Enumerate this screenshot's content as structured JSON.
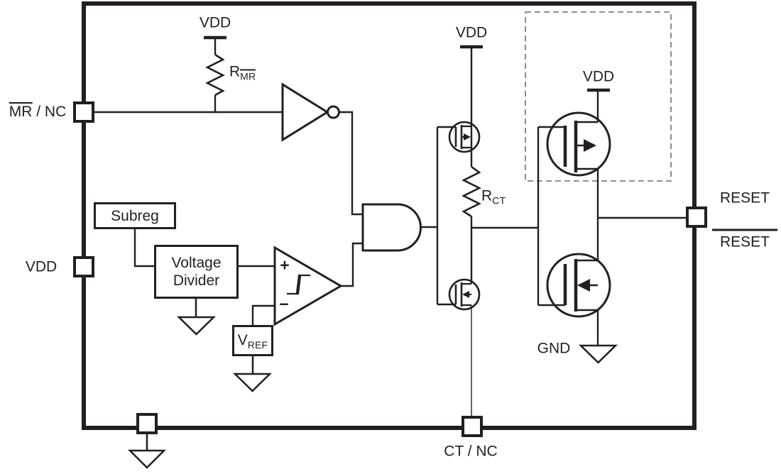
{
  "pins": {
    "mr_nc": {
      "bar_part": "MR",
      "plain_part": " / NC"
    },
    "vdd": {
      "label": "VDD"
    },
    "ct_nc": {
      "label": "CT / NC"
    },
    "reset_high": {
      "label": "RESET"
    },
    "reset_low": {
      "label": "RESET"
    }
  },
  "power": {
    "vdd_pullup_rail": "VDD",
    "vdd_timer_rail": "VDD",
    "vdd_output_rail": "VDD",
    "gnd_label": "GND"
  },
  "components": {
    "pullup_resistor": {
      "base": "R",
      "sub": "MR"
    },
    "timer_resistor": {
      "base": "R",
      "sub": "CT"
    },
    "subreg_block": {
      "label": "Subreg"
    },
    "voltage_divider_block": {
      "label": "Voltage Divider"
    },
    "vref_block": {
      "base": "V",
      "sub": "REF"
    },
    "comparator": {
      "plus_input": "+",
      "minus_input": "−"
    }
  },
  "colors": {
    "line": "#231f20",
    "dashed_box": "#808080",
    "background": "#ffffff"
  }
}
